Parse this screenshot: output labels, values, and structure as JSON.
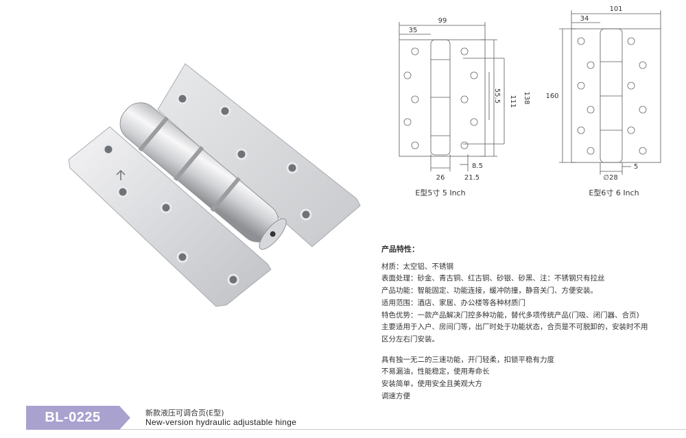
{
  "drawing_5inch": {
    "dim_total_width": "99",
    "dim_offset": "35",
    "dim_height": "138",
    "dim_inner_height": "111",
    "dim_hole_spacing": "55.5",
    "dim_leaf_gap": "26",
    "dim_knuckle": "8.5",
    "dim_hole_offset": "21.5",
    "caption": "E型5寸 5 Inch"
  },
  "drawing_6inch": {
    "dim_total_width": "101",
    "dim_offset": "34",
    "dim_height": "160",
    "dim_diameter": "∅28",
    "dim_gap": "5",
    "caption": "E型6寸 6 Inch"
  },
  "features": {
    "heading": "产品特性：",
    "lines": [
      "材质：太空铝、不锈钢",
      "表面处理：砂金、青古铜、红古铜、砂银、砂黑、注：不锈钢只有拉丝",
      "产品功能：智能固定、功能连接，缓冲防撞，静音关门、方便安装。",
      "适用范围：酒店、家居、办公楼等各种材质门",
      "特色优势：一款产品解决门控多种功能，替代多项传统产品(门吸、闭门器、合页)",
      "主要适用于入户、房间门等，出厂时处于功能状态，合页是不可脱卸的，安装时不用",
      "区分左右门安装。"
    ],
    "lines2": [
      "具有独一无二的三速功能，开门轻柔，扣锁平稳有力度",
      "不易漏油，性能稳定，使用寿命长",
      "安装简单，使用安全且美观大方",
      "调速方便"
    ]
  },
  "footer": {
    "model_code": "BL-0225",
    "title_cn": "新款液压可调合页(E型)",
    "title_en": "New-version hydraulic adjustable hinge",
    "badge_color": "#a9a2cf"
  }
}
